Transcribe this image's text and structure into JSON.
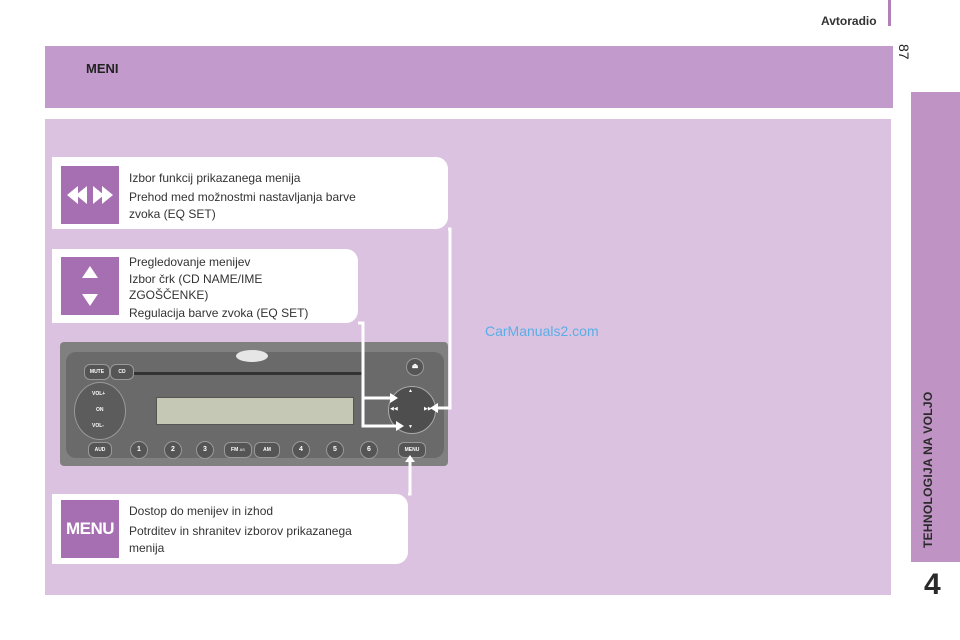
{
  "header": {
    "section": "Avtoradio",
    "page_number": "87"
  },
  "chapter_tab": {
    "label": "TEHNOLOGIJA NA VOLJO",
    "number": "4"
  },
  "title": "MENI",
  "cards": [
    {
      "icon": "rewind-fastforward-icon",
      "lines": [
        "Izbor funkcij prikazanega menija",
        "Prehod med možnostmi nastavljanja barve",
        "zvoka (EQ SET)"
      ]
    },
    {
      "icon": "up-down-arrows-icon",
      "lines": [
        "Pregledovanje menijev",
        "Izbor črk (CD NAME/IME",
        "ZGOŠČENKE)",
        "Regulacija barve zvoka (EQ SET)"
      ]
    },
    {
      "icon": "menu-icon",
      "icon_text": "MENU",
      "lines": [
        "Dostop do menijev in izhod",
        "Potrditev in shranitev izborov prikazanega",
        "menija"
      ]
    }
  ],
  "radio": {
    "buttons": {
      "mute": "MUTE",
      "cd": "CD",
      "vol_plus": "VOL+",
      "on": "ON",
      "vol_minus": "VOL-",
      "aud": "AUD",
      "preset_1": "1",
      "preset_2": "2",
      "preset_3": "3",
      "fm": "FM",
      "fm_sub": "AS",
      "am": "AM",
      "preset_4": "4",
      "preset_5": "5",
      "preset_6": "6",
      "menu": "MENU"
    }
  },
  "watermark": "CarManuals2.com",
  "colors": {
    "title_band": "#c29acb",
    "content_band": "#dbc2e0",
    "icon_bg": "#a66fb1",
    "chapter_tab": "#bf93c4",
    "watermark": "#5aaee6"
  }
}
